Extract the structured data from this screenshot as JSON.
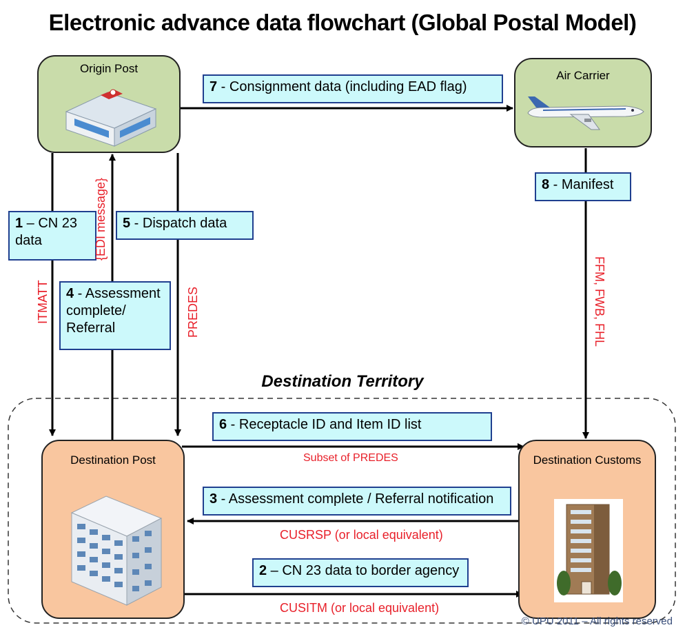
{
  "title": "Electronic advance data flowchart (Global Postal Model)",
  "nodes": {
    "origin_post": "Origin Post",
    "air_carrier": "Air Carrier",
    "destination_post": "Destination Post",
    "destination_customs": "Destination Customs"
  },
  "territory_label": "Destination Territory",
  "steps": {
    "s1_num": "1",
    "s1_text": " – CN 23 data",
    "s2_num": "2",
    "s2_text": " – CN 23 data to border agency",
    "s3_num": "3",
    "s3_text": " - Assessment complete / Referral notification",
    "s4_num": "4",
    "s4_text": " - Assessment complete/ Referral",
    "s5_num": "5",
    "s5_text": " - Dispatch data",
    "s6_num": "6",
    "s6_text": " - Receptacle ID and Item ID list",
    "s7_num": "7",
    "s7_text": " - Consignment data (including EAD flag)",
    "s8_num": "8",
    "s8_text": " - Manifest"
  },
  "message_types": {
    "itmatt": "ITMATT",
    "edi": "{EDI message}",
    "predes": "PREDES",
    "ffm": "FFM, FWB, FHL",
    "subset_predes": "Subset of PREDES",
    "cusrsp": "CUSRSP (or local equivalent)",
    "cusitm": "CUSITM (or local equivalent)"
  },
  "copyright": "© UPU 2011 – All rights reserved",
  "colors": {
    "origin_fill": "#c9dcaa",
    "destination_fill": "#f9c69f",
    "step_fill": "#ccf9fb",
    "message_text": "#e8202a"
  }
}
